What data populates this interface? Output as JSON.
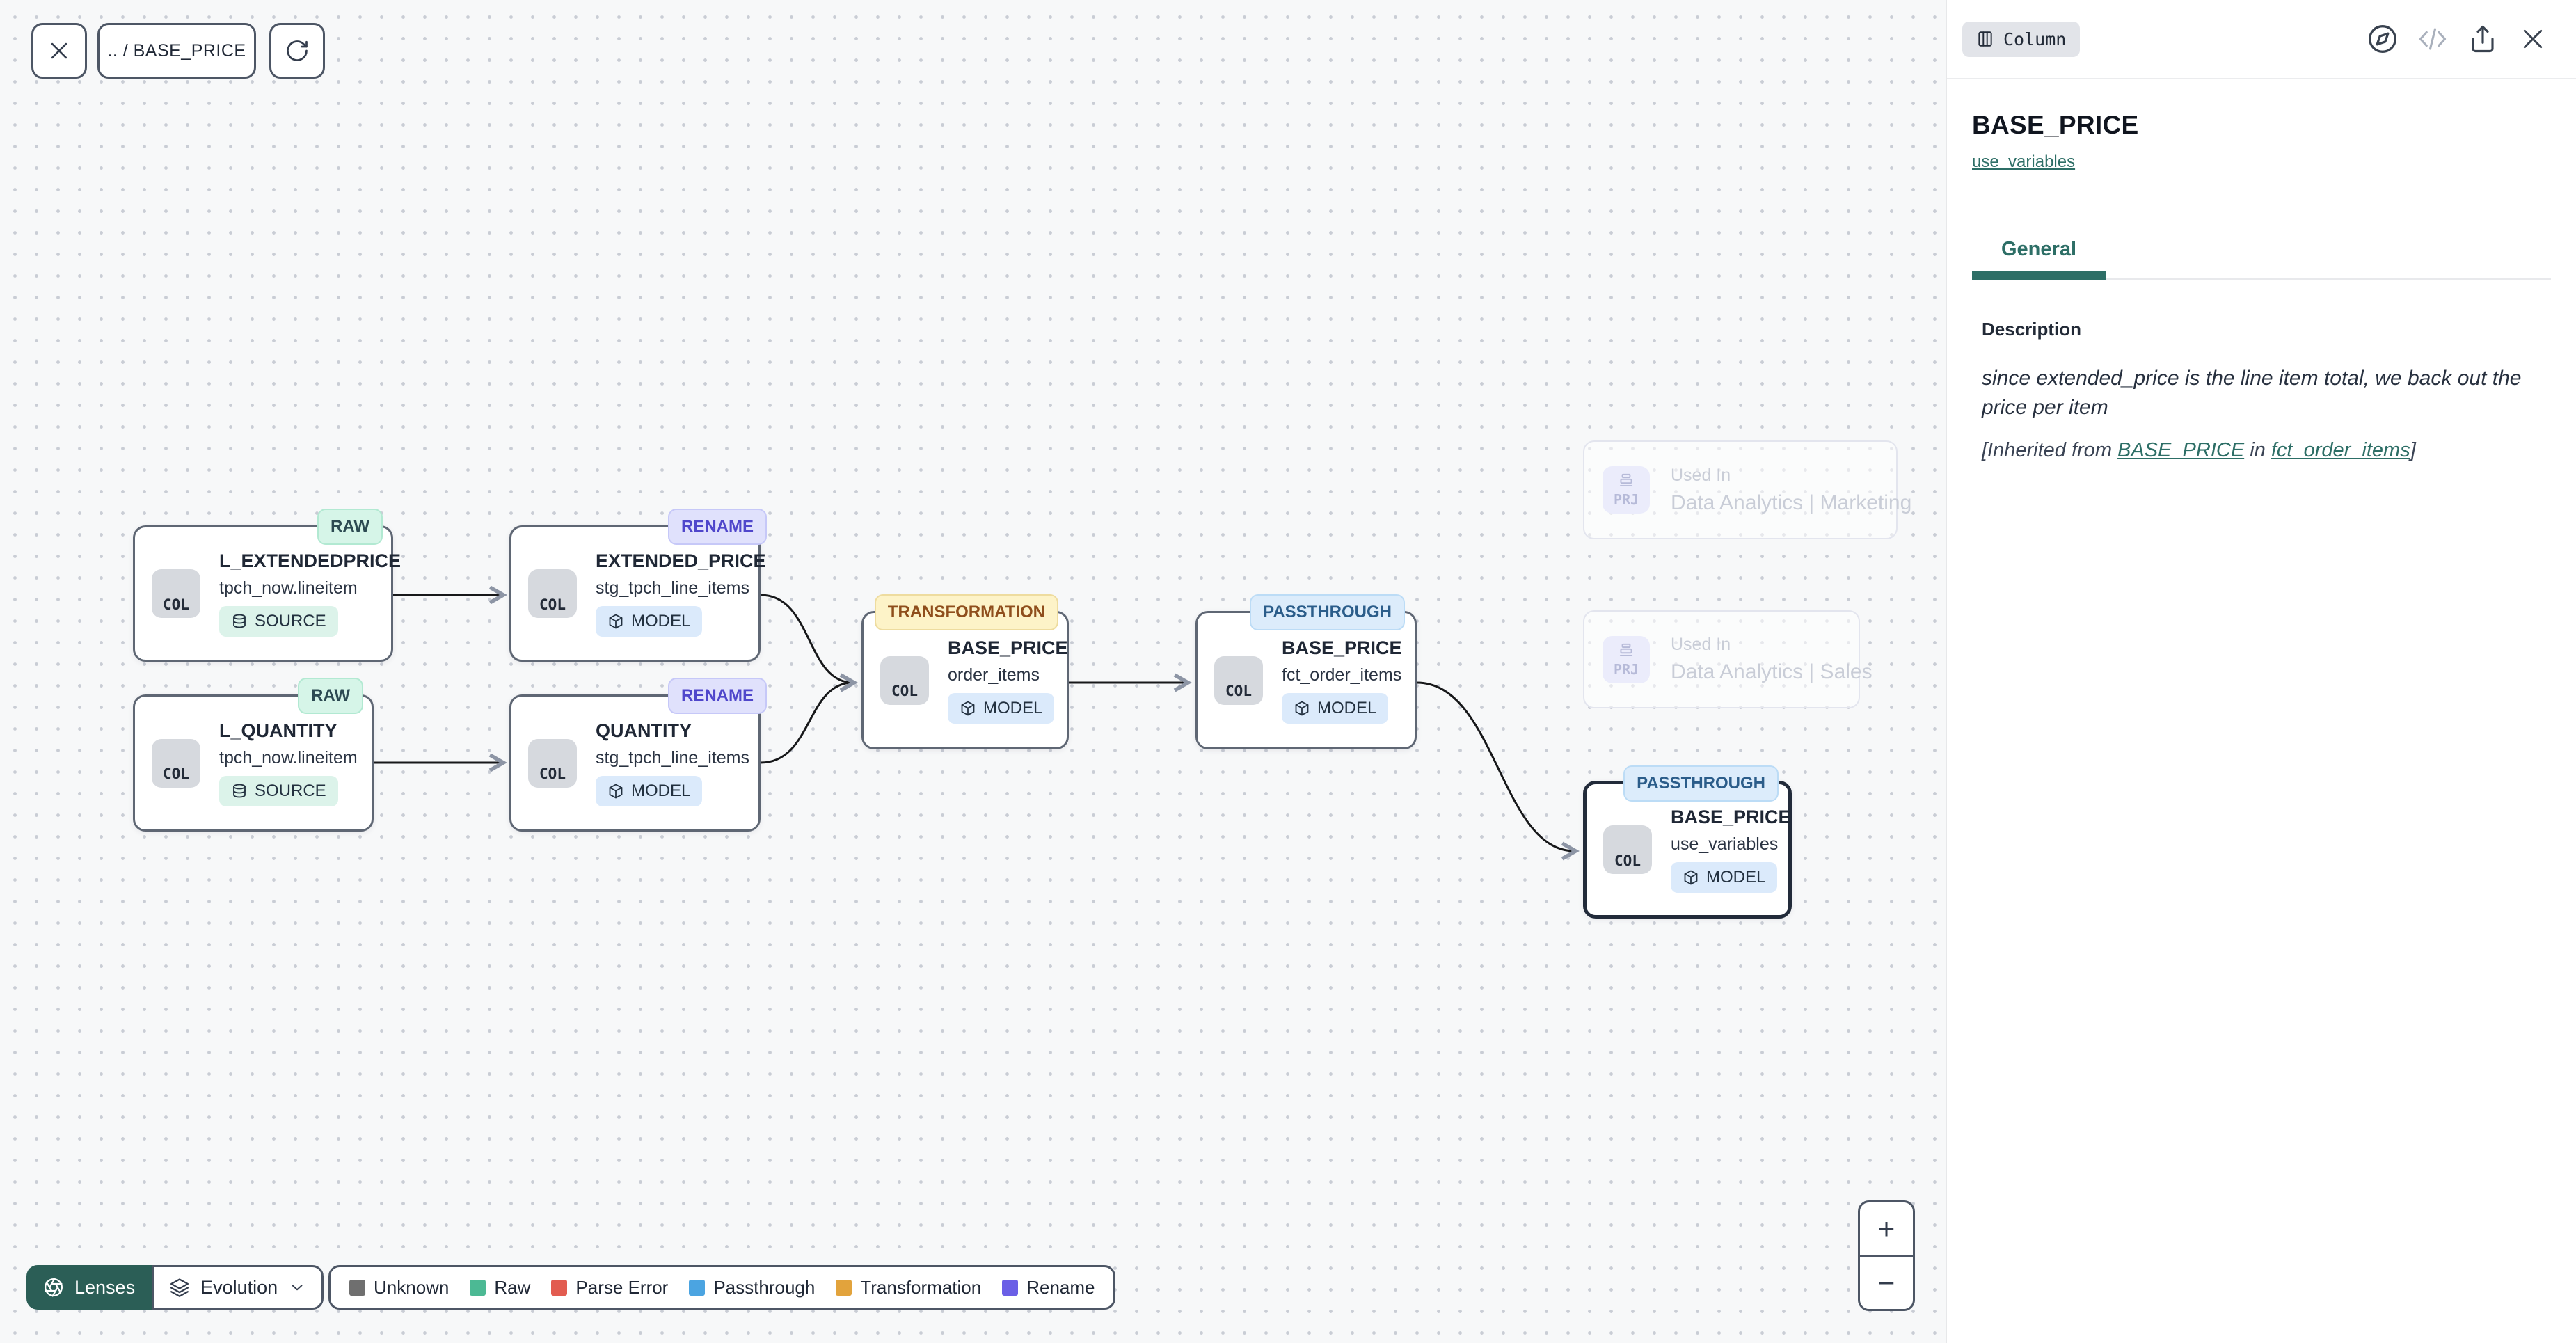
{
  "toolbar": {
    "breadcrumb": ".. / BASE_PRICE"
  },
  "canvas": {
    "col_label": "COL",
    "prj_label": "PRJ",
    "nodes": [
      {
        "title": "L_EXTENDEDPRICE",
        "subtitle": "tpch_now.lineitem",
        "kind": "SOURCE",
        "evolution": "RAW"
      },
      {
        "title": "EXTENDED_PRICE",
        "subtitle": "stg_tpch_line_items",
        "kind": "MODEL",
        "evolution": "RENAME"
      },
      {
        "title": "L_QUANTITY",
        "subtitle": "tpch_now.lineitem",
        "kind": "SOURCE",
        "evolution": "RAW"
      },
      {
        "title": "QUANTITY",
        "subtitle": "stg_tpch_line_items",
        "kind": "MODEL",
        "evolution": "RENAME"
      },
      {
        "title": "BASE_PRICE",
        "subtitle": "order_items",
        "kind": "MODEL",
        "evolution": "TRANSFORMATION"
      },
      {
        "title": "BASE_PRICE",
        "subtitle": "fct_order_items",
        "kind": "MODEL",
        "evolution": "PASSTHROUGH"
      },
      {
        "title": "BASE_PRICE",
        "subtitle": "use_variables",
        "kind": "MODEL",
        "evolution": "PASSTHROUGH",
        "selected": true
      }
    ],
    "ghosts": [
      {
        "used_in": "Used In",
        "name": "Data Analytics | Marketing"
      },
      {
        "used_in": "Used In",
        "name": "Data Analytics | Sales"
      }
    ]
  },
  "footer": {
    "lenses_label": "Lenses",
    "lens_selected": "Evolution",
    "legend": [
      {
        "label": "Unknown",
        "color": "#6f6f6f"
      },
      {
        "label": "Raw",
        "color": "#4cb994"
      },
      {
        "label": "Parse Error",
        "color": "#e25c50"
      },
      {
        "label": "Passthrough",
        "color": "#4ba4e1"
      },
      {
        "label": "Transformation",
        "color": "#e2a33c"
      },
      {
        "label": "Rename",
        "color": "#6b5fe6"
      }
    ],
    "zoom_in": "+",
    "zoom_out": "−"
  },
  "panel": {
    "type_badge": "Column",
    "title": "BASE_PRICE",
    "model_link": "use_variables",
    "tabs": [
      {
        "label": "General"
      }
    ],
    "description": {
      "heading": "Description",
      "body": "since extended_price is the line item total, we back out the price per item",
      "inherited_prefix": "[Inherited from ",
      "link1": "BASE_PRICE",
      "inherited_mid": " in ",
      "link2": "fct_order_items",
      "inherited_suffix": "]"
    }
  },
  "colors": {
    "accent_teal": "#2d6e66",
    "lenses_bg": "#2b5e56",
    "edge": "#17181a",
    "raw_badge_bg": "#d6f5e8",
    "rename_badge_text": "#4f46cb",
    "transformation_badge_text": "#8f4e1c",
    "passthrough_badge_text": "#2b5d8a",
    "node_border": "#5f6774",
    "selected_node_border": "#222b3a"
  }
}
